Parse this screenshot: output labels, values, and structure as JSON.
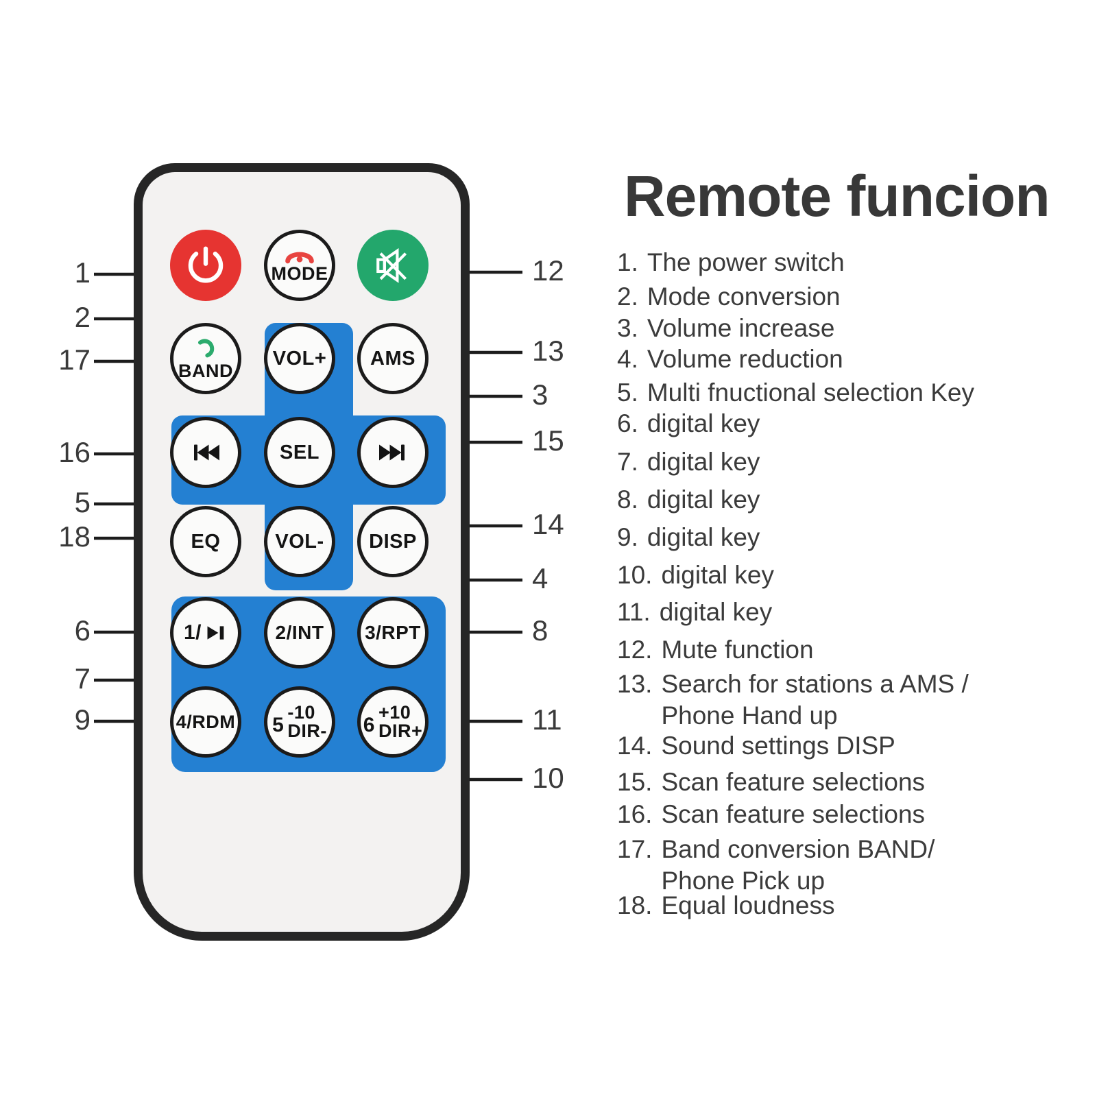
{
  "title": "Remote funcion",
  "colors": {
    "pad_blue": "#2480d2",
    "power_red": "#e63431",
    "mute_green": "#23a76c",
    "handset_green": "#2cab6d",
    "hangup_red": "#e84440"
  },
  "remote": {
    "buttons": {
      "mode": "MODE",
      "band": "BAND",
      "vol_up": "VOL+",
      "ams": "AMS",
      "sel": "SEL",
      "eq": "EQ",
      "vol_down": "VOL-",
      "disp": "DISP",
      "key1_prefix": "1/",
      "key2": "2/INT",
      "key3": "3/RPT",
      "key4": "4/RDM",
      "key5": {
        "digit": "5",
        "line1": "-10",
        "line2": "DIR-"
      },
      "key6": {
        "digit": "6",
        "line1": "+10",
        "line2": "DIR+"
      }
    }
  },
  "callouts": {
    "n1": "1",
    "n2": "2",
    "n17": "17",
    "n16": "16",
    "n5": "5",
    "n18": "18",
    "n6": "6",
    "n7": "7",
    "n9": "9",
    "n12": "12",
    "n13": "13",
    "n3": "3",
    "n15": "15",
    "n14": "14",
    "n4": "4",
    "n8": "8",
    "n11": "11",
    "n10": "10"
  },
  "legend": {
    "items": [
      {
        "num": "1.",
        "text": "The power switch"
      },
      {
        "num": "2.",
        "text": "Mode conversion"
      },
      {
        "num": "3.",
        "text": "Volume increase"
      },
      {
        "num": "4.",
        "text": "Volume reduction"
      },
      {
        "num": "5.",
        "text": "Multi fnuctional selection Key"
      },
      {
        "num": "6.",
        "text": "digital key"
      },
      {
        "num": "7.",
        "text": "digital key"
      },
      {
        "num": "8.",
        "text": "digital key"
      },
      {
        "num": "9.",
        "text": "digital key"
      },
      {
        "num": "10.",
        "text": "digital key"
      },
      {
        "num": "11.",
        "text": "digital key"
      },
      {
        "num": "12.",
        "text": "Mute function"
      },
      {
        "num": "13.",
        "text": "Search for stations a AMS /\nPhone Hand up"
      },
      {
        "num": "14.",
        "text": "Sound settings DISP"
      },
      {
        "num": "15.",
        "text": "Scan feature selections"
      },
      {
        "num": "16.",
        "text": "Scan feature selections"
      },
      {
        "num": "17.",
        "text": "Band conversion BAND/\nPhone Pick up"
      },
      {
        "num": "18.",
        "text": "Equal loudness"
      }
    ]
  }
}
